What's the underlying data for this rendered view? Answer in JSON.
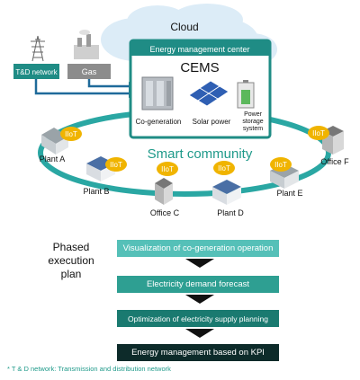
{
  "diagram": {
    "cloud_label": "Cloud",
    "inputs": {
      "td_network": "T&D network",
      "gas": "Gas"
    },
    "center": {
      "header": "Energy management center",
      "title": "CEMS",
      "assets": [
        "Co-generation",
        "Solar power",
        "Power storage system"
      ]
    },
    "community_label": "Smart community",
    "iiot_label": "IIoT",
    "sites": [
      "Plant A",
      "Plant B",
      "Office C",
      "Plant D",
      "Plant E",
      "Office F"
    ]
  },
  "plan": {
    "label": "Phased execution plan",
    "steps": [
      "Visualization of co-generation operation",
      "Electricity demand forecast",
      "Optimization of electricity supply planning",
      "Energy management based on KPI"
    ],
    "step_colors": [
      "#55c0b8",
      "#2e9f92",
      "#1a7a70",
      "#0d2b2a"
    ]
  },
  "footnote": "* T & D network: Transmission and distribution network",
  "colors": {
    "ring": "#2aa7a3",
    "iiot": "#f0b400",
    "center_fill": "#1f8c85",
    "cloud": "#dcecf7"
  }
}
